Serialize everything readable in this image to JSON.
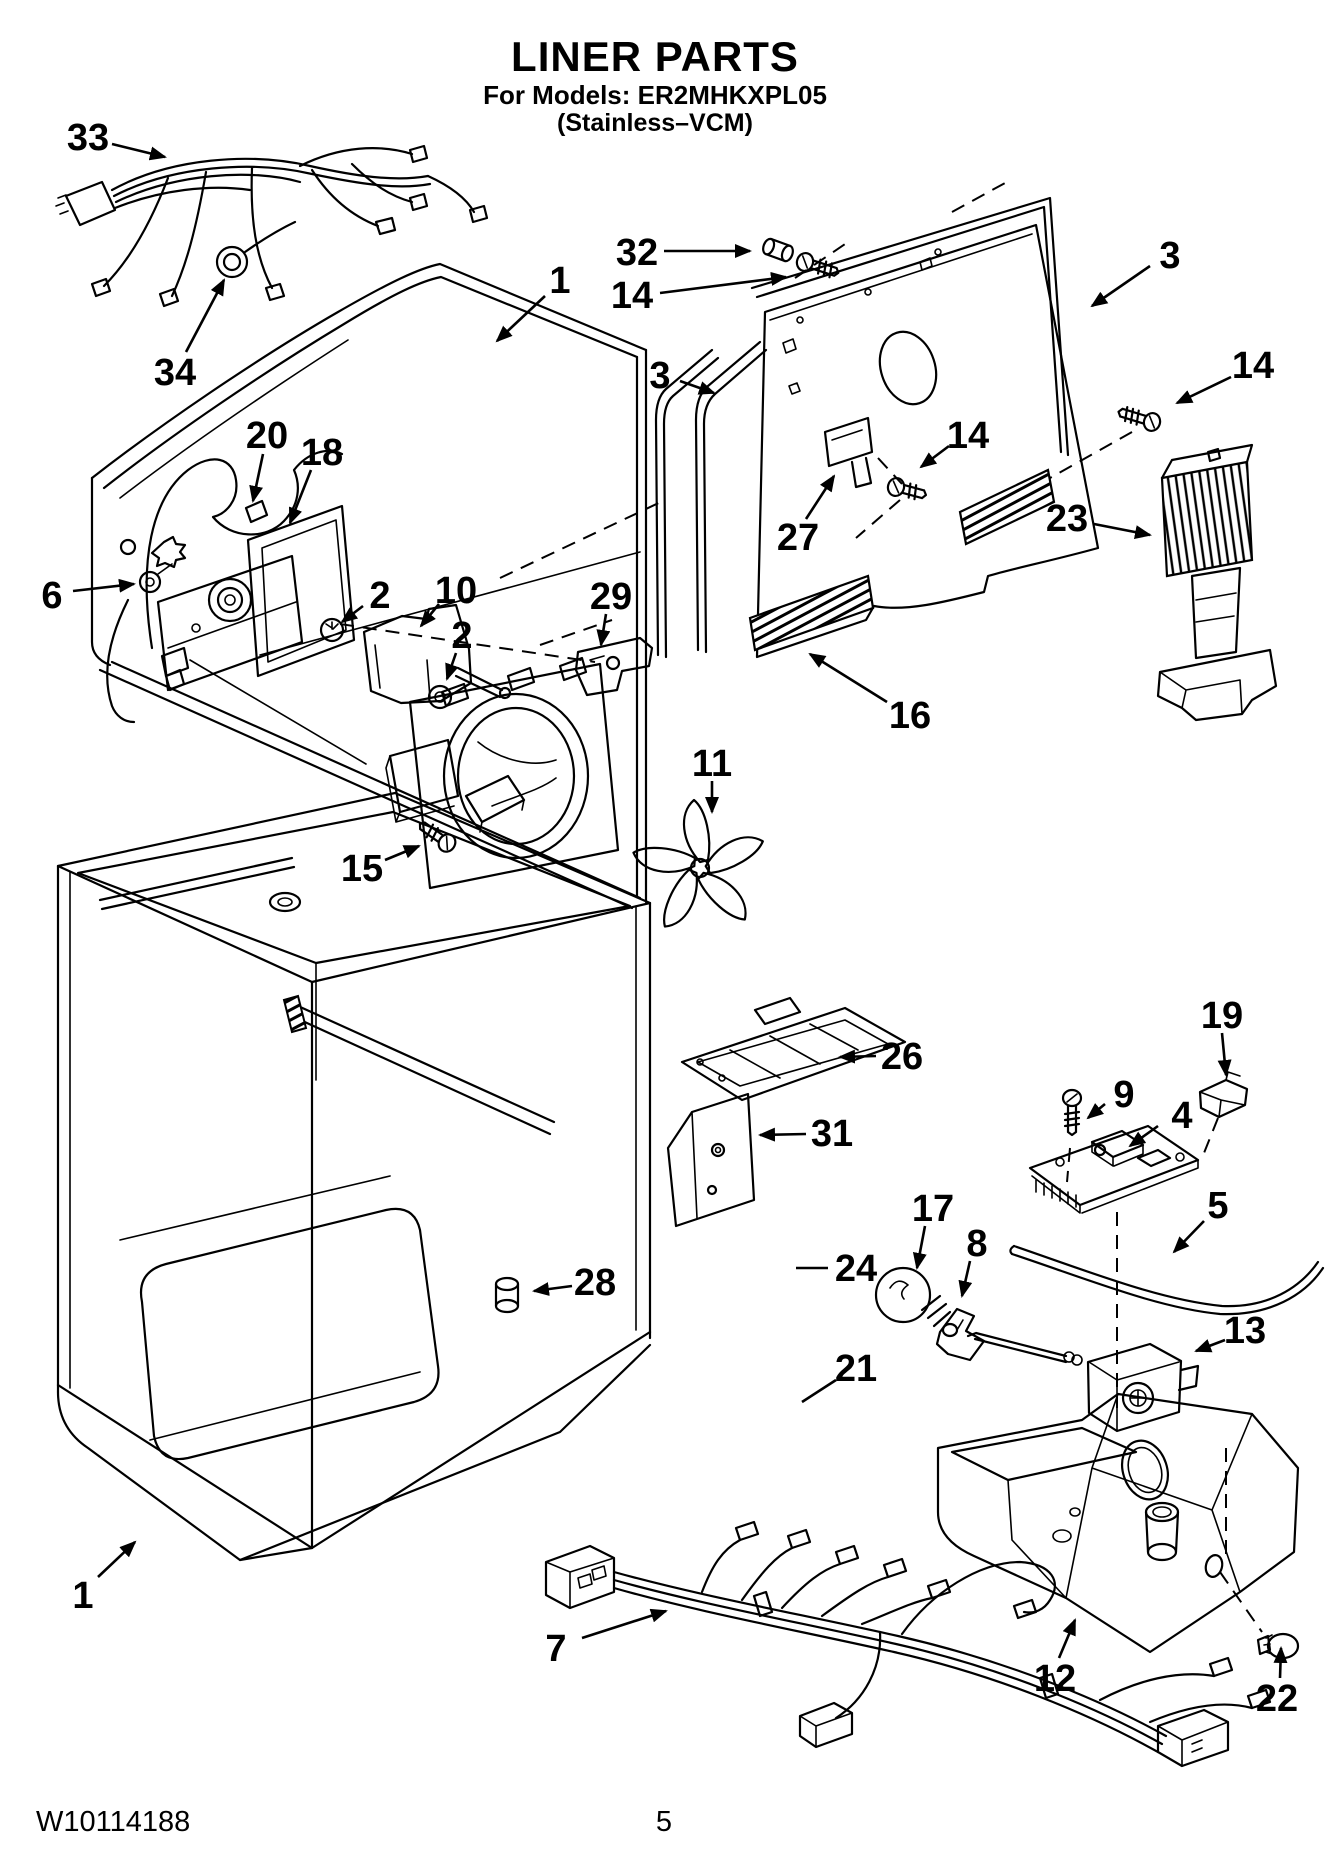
{
  "page": {
    "ink_color": "#000000",
    "paper_color": "#ffffff"
  },
  "header": {
    "title": "LINER PARTS",
    "models_line": "For Models: ER2MHKXPL05",
    "finish_line": "(Stainless–VCM)"
  },
  "footer": {
    "document_number": "W10114188",
    "page_number": "5"
  },
  "callouts": {
    "c33": "33",
    "c34": "34",
    "c1_top": "1",
    "c32": "32",
    "c14_top": "14",
    "c3_left": "3",
    "c3_right": "3",
    "c14_right": "14",
    "c14_mid": "14",
    "c23": "23",
    "c27": "27",
    "c16": "16",
    "c20": "20",
    "c18": "18",
    "c6": "6",
    "c2_a": "2",
    "c10": "10",
    "c2_b": "2",
    "c29": "29",
    "c11": "11",
    "c15": "15",
    "c26": "26",
    "c31": "31",
    "c19": "19",
    "c9": "9",
    "c4": "4",
    "c5": "5",
    "c17": "17",
    "c8": "8",
    "c24": "24",
    "c21": "21",
    "c13": "13",
    "c28": "28",
    "c1_bottom": "1",
    "c7": "7",
    "c12": "12",
    "c22": "22"
  }
}
